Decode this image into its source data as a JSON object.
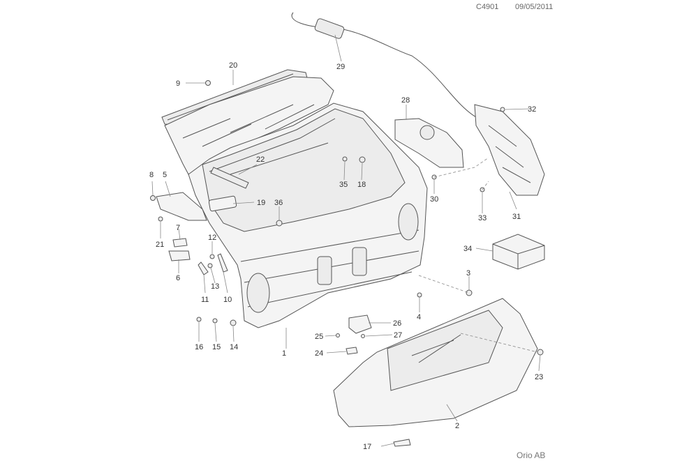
{
  "header": {
    "code": "C4901",
    "date": "09/05/2011"
  },
  "footer": {
    "brand": "Orio AB"
  },
  "callouts": {
    "n1": "1",
    "n2": "2",
    "n3": "3",
    "n4": "4",
    "n5": "5",
    "n6": "6",
    "n7": "7",
    "n8": "8",
    "n9": "9",
    "n10": "10",
    "n11": "11",
    "n12": "12",
    "n13": "13",
    "n14": "14",
    "n15": "15",
    "n16": "16",
    "n17": "17",
    "n18": "18",
    "n19": "19",
    "n20": "20",
    "n21": "21",
    "n22": "22",
    "n23": "23",
    "n24": "24",
    "n25": "25",
    "n26": "26",
    "n27": "27",
    "n28": "28",
    "n29": "29",
    "n30": "30",
    "n31": "31",
    "n32": "32",
    "n33": "33",
    "n34": "34",
    "n35": "35",
    "n36": "36"
  }
}
